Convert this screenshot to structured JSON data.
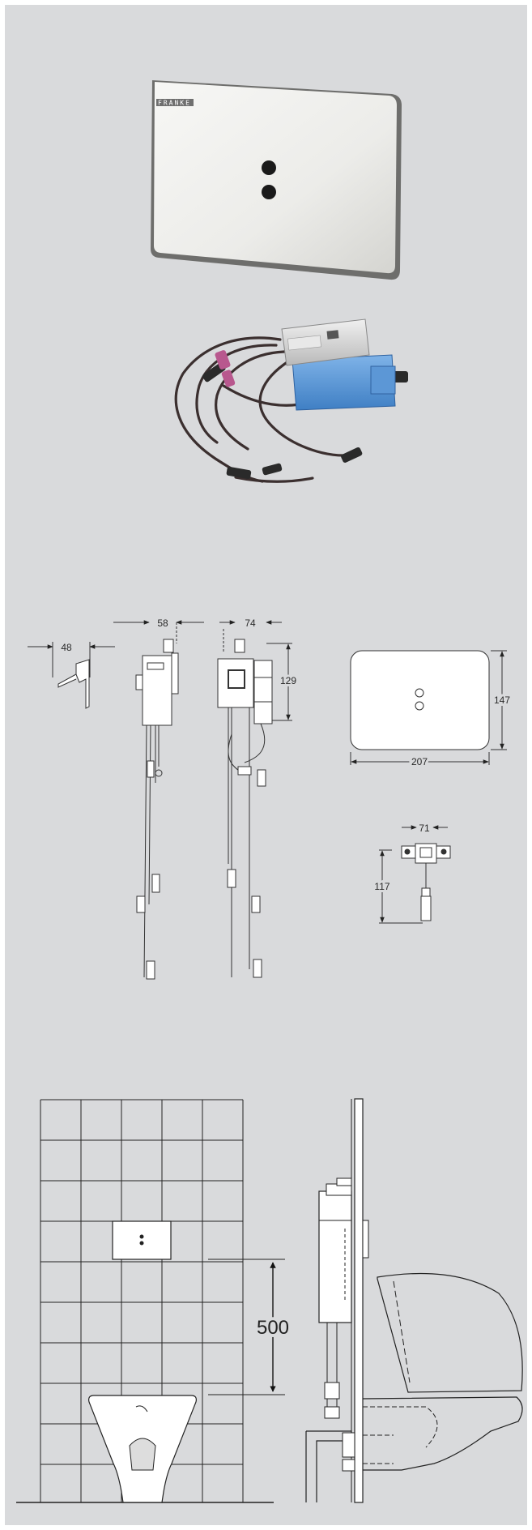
{
  "product": {
    "brand_label": "FRANKE"
  },
  "drawings": {
    "side_bracket_width": "48",
    "control_unit_depth": "58",
    "control_unit_width": "74",
    "control_unit_height": "129",
    "cover_plate_height": "147",
    "cover_plate_width": "207",
    "solenoid_width": "71",
    "solenoid_height": "117"
  },
  "installation": {
    "sensor_height": "500"
  }
}
